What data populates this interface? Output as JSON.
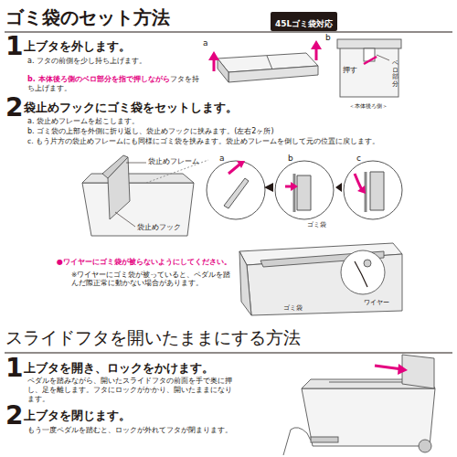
{
  "diagram": {
    "title": "ゴミ袋のセット方法",
    "nodes": [
      {
        "text": [
          "45Lゴミ袋対応"
        ]
      }
    ],
    "labels": [
      "1",
      "上ブタを外します。",
      "a. フタの前側を少し持ち上げます。",
      "b. 本体後ろ側のベロ部分を指で押しながら",
      "フタを持ち上げます。",
      "a",
      "b",
      "押す",
      "ベロ部分",
      "＜本体後ろ側＞",
      "2",
      "袋止めフックにゴミ袋をセットします。",
      "a. 袋止めフレームを起こします。",
      "b. ゴミ袋の上部を外側に折り返し、袋止めフックに挟みます。(左右2ヶ所)",
      "c. もう片方の袋止めフレームにも同様にゴミ袋を挟みます。袋止めフレームを倒して元の位置に戻します。",
      "袋止めフレーム",
      "袋止めフック",
      "a",
      "b",
      "c",
      "ゴミ袋",
      "●ワイヤーにゴミ袋が被らないようにしてください。",
      "※ワイヤーにゴミ袋が被っていると、ペダルを踏んだ際正常に動かない場合があります。",
      "ゴミ袋",
      "ワイヤー",
      "スライドフタを開いたままにする方法",
      "1",
      "上ブタを開き、ロックをかけます。",
      "ペダルを踏みながら、開いたスライドフタの前面を手で奥に押し、足を離します。フタにロックがかかり、開いたままになります。",
      "2",
      "上ブタを閉じます。",
      "もう一度ペダルを踏むと、ロックが外れてフタが閉まります。"
    ]
  }
}
